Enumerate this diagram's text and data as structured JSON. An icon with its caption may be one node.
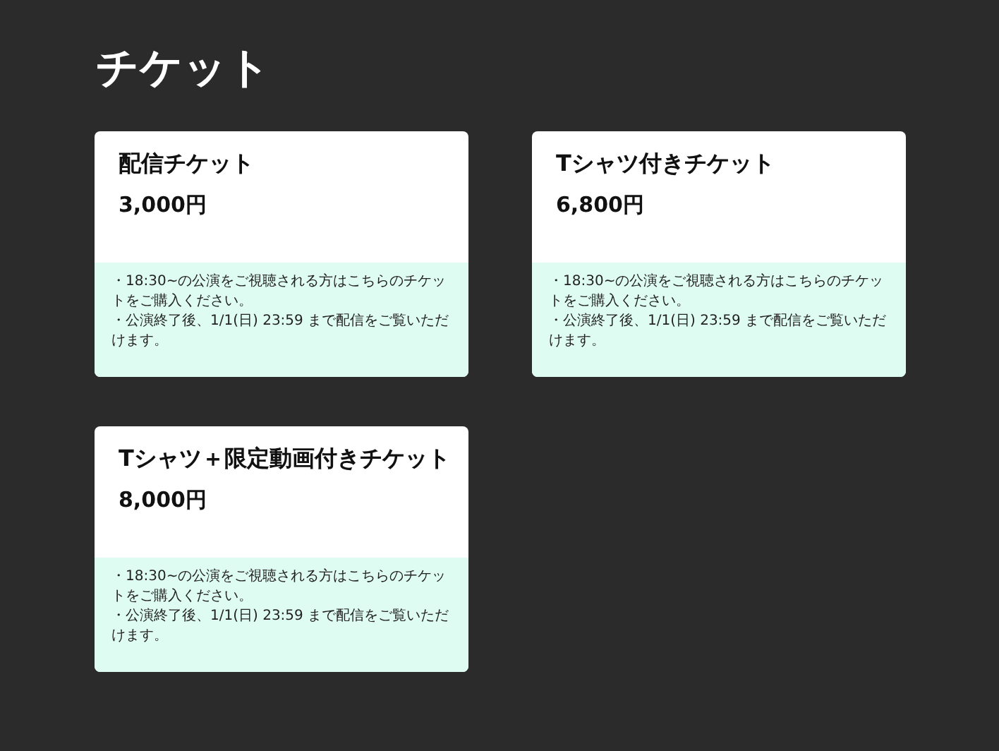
{
  "diagram": {
    "title": "チケット",
    "nodes": [
      {
        "text": [
          "配信チケット",
          "3,000円",
          "・18:30~の公演をご視聴される方はこちらのチケットをご購入ください。",
          "・公演終了後、1/1(日) 23:59 まで配信をご覧いただけます。"
        ]
      },
      {
        "text": [
          "Tシャツ付きチケット",
          "6,800円",
          "・18:30~の公演をご視聴される方はこちらのチケットをご購入ください。",
          "・公演終了後、1/1(日) 23:59 まで配信をご覧いただけます。"
        ]
      },
      {
        "text": [
          "Tシャツ＋限定動画付きチケット",
          "8,000円",
          "・18:30~の公演をご視聴される方はこちらのチケットをご購入ください。",
          "・公演終了後、1/1(日) 23:59 まで配信をご覧いただけます。"
        ]
      }
    ]
  }
}
